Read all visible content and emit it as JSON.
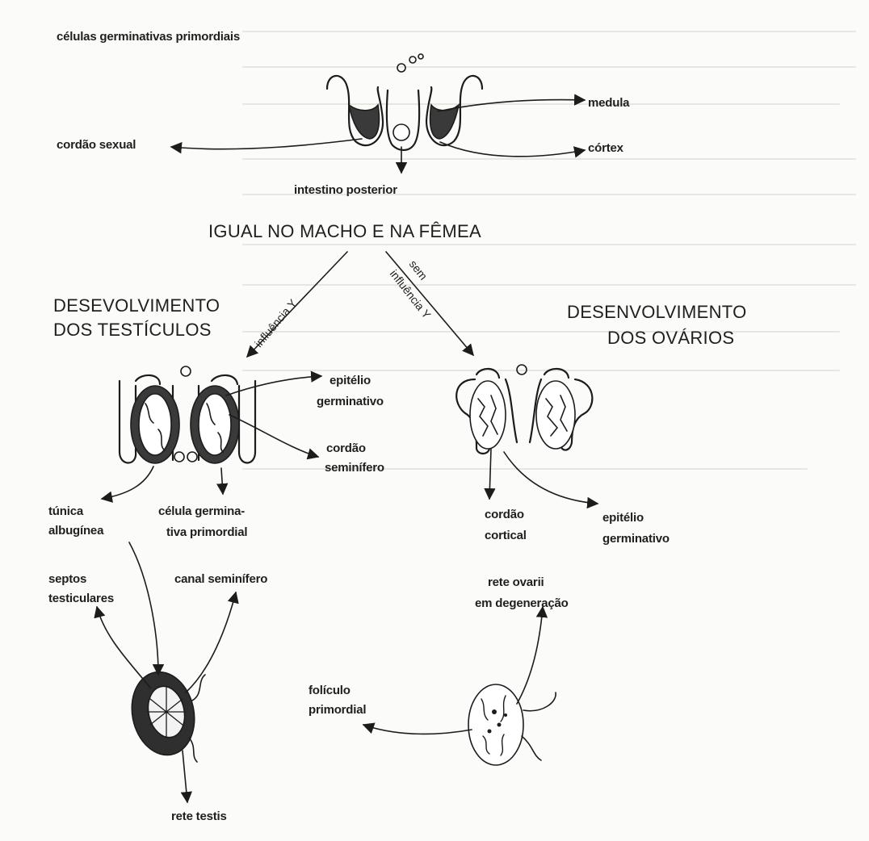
{
  "labels": {
    "celulas_germinativas": "células germinativas primordiais",
    "medula": "medula",
    "cordao_sexual": "cordão sexual",
    "cortex": "córtex",
    "intestino": "intestino posterior",
    "igual": "IGUAL NO MACHO E NA FÊMEA",
    "des_testiculos_1": "DESEVOLVIMENTO",
    "des_testiculos_2": "DOS TESTÍCULOS",
    "des_ovarios_1": "DESENVOLVIMENTO",
    "des_ovarios_2": "DOS OVÁRIOS",
    "influencia_y": "influência Y",
    "sem": "sem",
    "sem_influencia_y": "influência Y",
    "epitelio_germ_1_a": "epitélio",
    "epitelio_germ_1_b": "germinativo",
    "cordao_semin_a": "cordão",
    "cordao_semin_b": "seminífero",
    "tunica_a": "túnica",
    "tunica_b": "albugínea",
    "celula_germ_a": "célula germina-",
    "celula_germ_b": "tiva primordial",
    "cordao_cortical_a": "cordão",
    "cordao_cortical_b": "cortical",
    "epitelio_germ_2_a": "epitélio",
    "epitelio_germ_2_b": "germinativo",
    "septos_a": "septos",
    "septos_b": "testiculares",
    "canal_semin": "canal seminífero",
    "rete_ovarii_a": "rete ovarii",
    "rete_ovarii_b": "em degeneração",
    "foliculo_a": "folículo",
    "foliculo_b": "primordial",
    "rete_testis": "rete testis"
  },
  "colors": {
    "ink": "#1c1c1c",
    "paper": "#fbfbf9",
    "ghost_text": "#e8e6e1"
  }
}
